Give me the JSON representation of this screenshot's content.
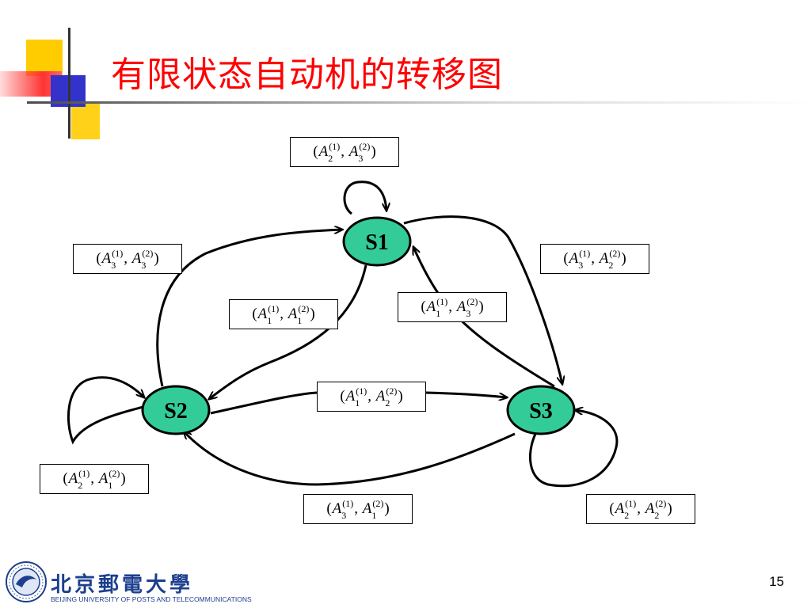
{
  "slide": {
    "title": "有限状态自动机的转移图",
    "page_number": "15",
    "accent_colors": {
      "title": "#ff0000",
      "yellow": "#ffcc00",
      "blue": "#3333cc",
      "red": "#ff3333",
      "node_fill": "#33cc99"
    }
  },
  "diagram": {
    "nodes": [
      {
        "id": "S1",
        "label": "S1"
      },
      {
        "id": "S2",
        "label": "S2"
      },
      {
        "id": "S3",
        "label": "S3"
      }
    ],
    "edges": [
      {
        "from": "S1",
        "to": "S1",
        "pair": [
          {
            "base": "A",
            "sub": "2",
            "sup": "(1)"
          },
          {
            "base": "A",
            "sub": "3",
            "sup": "(2)"
          }
        ]
      },
      {
        "from": "S2",
        "to": "S1",
        "pair": [
          {
            "base": "A",
            "sub": "3",
            "sup": "(1)"
          },
          {
            "base": "A",
            "sub": "3",
            "sup": "(2)"
          }
        ]
      },
      {
        "from": "S1",
        "to": "S3",
        "pair": [
          {
            "base": "A",
            "sub": "3",
            "sup": "(1)"
          },
          {
            "base": "A",
            "sub": "2",
            "sup": "(2)"
          }
        ]
      },
      {
        "from": "S1",
        "to": "S2",
        "pair": [
          {
            "base": "A",
            "sub": "1",
            "sup": "(1)"
          },
          {
            "base": "A",
            "sub": "1",
            "sup": "(2)"
          }
        ]
      },
      {
        "from": "S3",
        "to": "S1",
        "pair": [
          {
            "base": "A",
            "sub": "1",
            "sup": "(1)"
          },
          {
            "base": "A",
            "sub": "3",
            "sup": "(2)"
          }
        ]
      },
      {
        "from": "S2",
        "to": "S3",
        "pair": [
          {
            "base": "A",
            "sub": "1",
            "sup": "(1)"
          },
          {
            "base": "A",
            "sub": "2",
            "sup": "(2)"
          }
        ]
      },
      {
        "from": "S2",
        "to": "S2",
        "pair": [
          {
            "base": "A",
            "sub": "2",
            "sup": "(1)"
          },
          {
            "base": "A",
            "sub": "1",
            "sup": "(2)"
          }
        ]
      },
      {
        "from": "S3",
        "to": "S2",
        "pair": [
          {
            "base": "A",
            "sub": "3",
            "sup": "(1)"
          },
          {
            "base": "A",
            "sub": "1",
            "sup": "(2)"
          }
        ]
      },
      {
        "from": "S3",
        "to": "S3",
        "pair": [
          {
            "base": "A",
            "sub": "2",
            "sup": "(1)"
          },
          {
            "base": "A",
            "sub": "2",
            "sup": "(2)"
          }
        ]
      }
    ]
  },
  "logo": {
    "name_cn": "北京郵電大學",
    "name_en": "BEIJING UNIVERSITY OF POSTS AND TELECOMMUNICATIONS",
    "seal_text": "BEIJING UNIVERSITY OF POSTS AND TELECOMMUNICATIONS"
  }
}
